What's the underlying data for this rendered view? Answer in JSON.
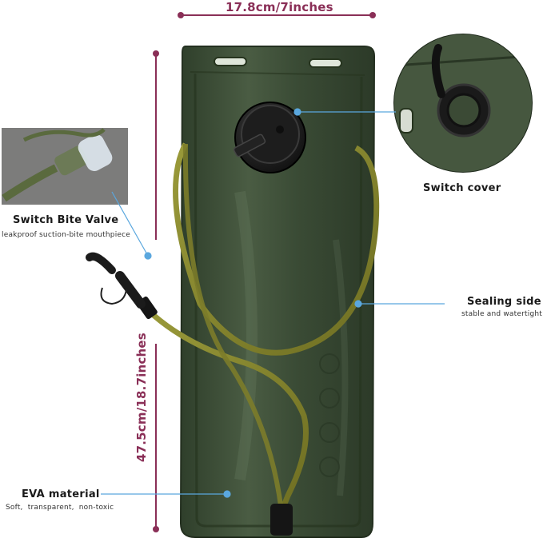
{
  "dimensions": {
    "width_label": "17.8cm/7inches",
    "height_label": "47.5cm/18.7inches"
  },
  "callouts": {
    "bite_valve": {
      "title": "Switch Bite Valve",
      "subtitle": "leakproof suction-bite mouthpiece"
    },
    "switch_cover": {
      "title": "Switch cover"
    },
    "sealing_side": {
      "title": "Sealing side",
      "subtitle": "stable and watertight"
    },
    "eva_material": {
      "title": "EVA material",
      "subtitle": "Soft,  transparent,  non-toxic"
    }
  },
  "colors": {
    "dimension": "#8a2f57",
    "leader": "#5aa7de",
    "bladder": "#3c4d36",
    "tube": "#8a8a30"
  }
}
